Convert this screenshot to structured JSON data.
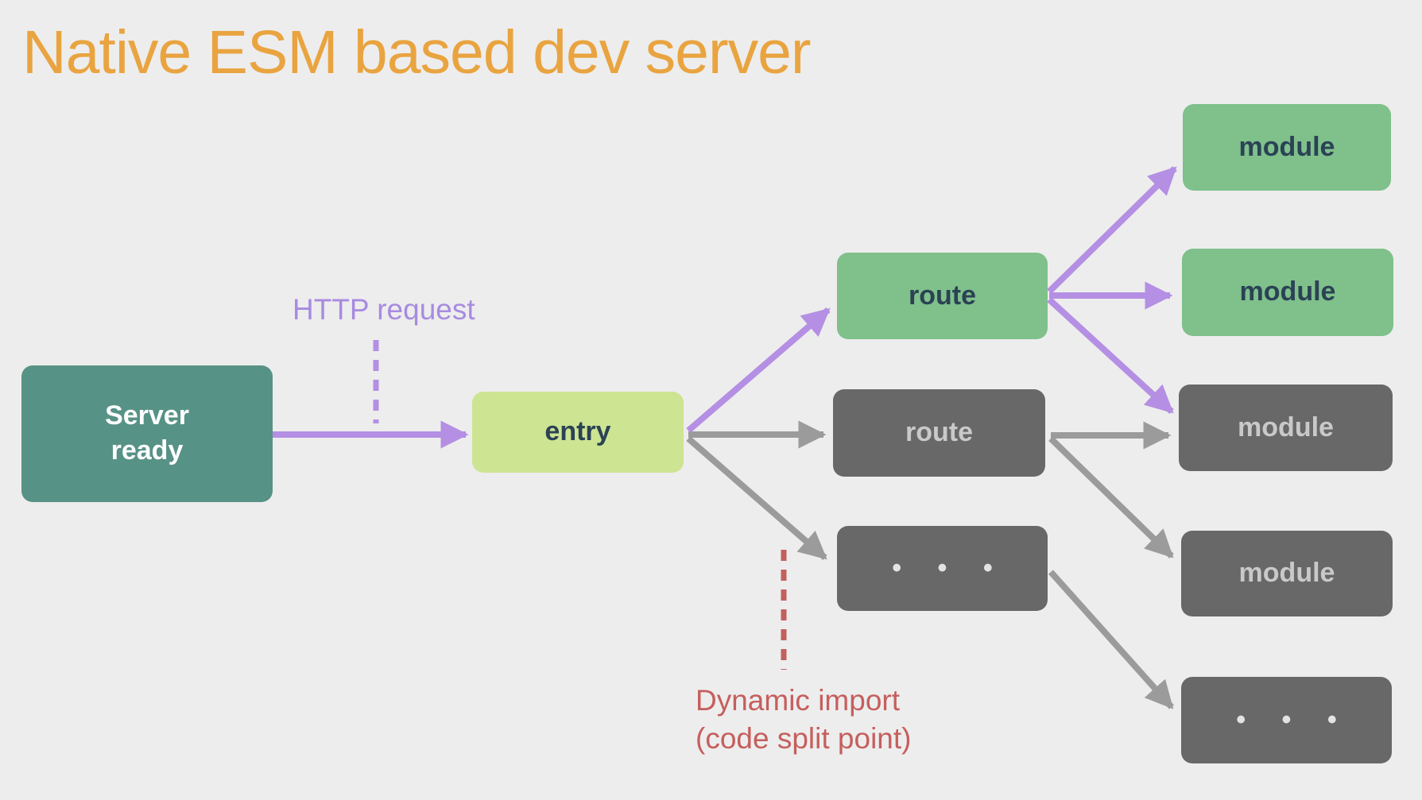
{
  "title": "Native ESM based dev server",
  "nodes": [
    {
      "id": "server-ready",
      "label": "Server\nready"
    },
    {
      "id": "entry",
      "label": "entry"
    },
    {
      "id": "route-loaded",
      "label": "route"
    },
    {
      "id": "route-unloaded",
      "label": "route"
    },
    {
      "id": "ellipsis-mid",
      "label": "• • •"
    },
    {
      "id": "module-top",
      "label": "module"
    },
    {
      "id": "module-mid",
      "label": "module"
    },
    {
      "id": "module-gray-1",
      "label": "module"
    },
    {
      "id": "module-gray-2",
      "label": "module"
    },
    {
      "id": "ellipsis-bottom",
      "label": "• • •"
    }
  ],
  "annotations": {
    "http_request": "HTTP request",
    "dynamic_import": "Dynamic import\n(code split point)"
  },
  "edges": [
    {
      "from": "server-ready",
      "to": "entry",
      "style": "purple"
    },
    {
      "from": "entry",
      "to": "route-loaded",
      "style": "purple"
    },
    {
      "from": "entry",
      "to": "route-unloaded",
      "style": "gray"
    },
    {
      "from": "entry",
      "to": "ellipsis-mid",
      "style": "gray"
    },
    {
      "from": "route-loaded",
      "to": "module-top",
      "style": "purple"
    },
    {
      "from": "route-loaded",
      "to": "module-mid",
      "style": "purple"
    },
    {
      "from": "route-loaded",
      "to": "module-gray-1",
      "style": "purple"
    },
    {
      "from": "route-unloaded",
      "to": "module-gray-1",
      "style": "gray"
    },
    {
      "from": "route-unloaded",
      "to": "module-gray-2",
      "style": "gray"
    },
    {
      "from": "ellipsis-mid",
      "to": "ellipsis-bottom",
      "style": "gray"
    }
  ],
  "colors": {
    "background": "#ededed",
    "title": "#e9a440",
    "server_box": "#579286",
    "entry_box": "#cde493",
    "loaded_box": "#7fc08b",
    "unloaded_box": "#686868",
    "box_text_dark": "#2b4255",
    "box_text_light": "#c9c9c9",
    "purple_arrow": "#b48fe3",
    "gray_arrow": "#9b9b9b",
    "http_label": "#a88be0",
    "dynamic_import_label": "#c55f5d"
  }
}
